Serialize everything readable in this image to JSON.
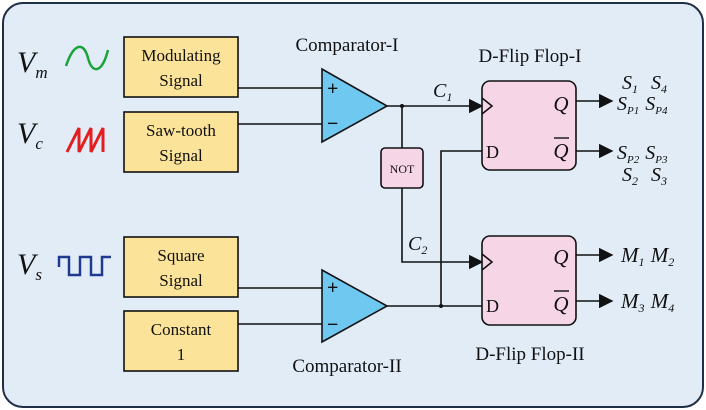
{
  "colors": {
    "background": "#e1ecf7",
    "frame": "#1f2f46",
    "input_box": "#fbe49a",
    "flipflop": "#f6d5e6",
    "comparator": "#6ec8f0",
    "not_gate": "#f6d5e6",
    "sine_wave": "#19a339",
    "saw_wave": "#e41e1e",
    "square_wave": "#1f3a8f"
  },
  "icons": {
    "sine": "sine-wave-icon",
    "saw": "sawtooth-wave-icon",
    "square": "square-wave-icon"
  },
  "inputs": {
    "vm": {
      "main": "V",
      "sub": "m"
    },
    "vc": {
      "main": "V",
      "sub": "c"
    },
    "vs": {
      "main": "V",
      "sub": "s"
    }
  },
  "boxes": {
    "modulating": [
      "Modulating",
      "Signal"
    ],
    "sawtooth": [
      "Saw-tooth",
      "Signal"
    ],
    "square": [
      "Square",
      "Signal"
    ],
    "constant": [
      "Constant",
      "1"
    ]
  },
  "comparators": {
    "c1_title": "Comparator-I",
    "c2_title": "Comparator-II",
    "plus": "+",
    "minus": "−"
  },
  "not_gate": "NOT",
  "clock_labels": {
    "c1": {
      "main": "C",
      "sub": "1"
    },
    "c2": {
      "main": "C",
      "sub": "2"
    }
  },
  "flipflops": {
    "ff1_title": "D-Flip Flop-I",
    "ff2_title": "D-Flip Flop-II",
    "q": "Q",
    "qbar": "Q",
    "d": "D"
  },
  "outputs": {
    "ff1_q_top": [
      {
        "main": "S",
        "sub": "1"
      },
      {
        "main": "S",
        "sub": "4"
      }
    ],
    "ff1_q_bottom": [
      {
        "main": "S",
        "sub": "P1"
      },
      {
        "main": "S",
        "sub": "P4"
      }
    ],
    "ff1_qbar_top": [
      {
        "main": "S",
        "sub": "P2"
      },
      {
        "main": "S",
        "sub": "P3"
      }
    ],
    "ff1_qbar_bottom": [
      {
        "main": "S",
        "sub": "2"
      },
      {
        "main": "S",
        "sub": "3"
      }
    ],
    "ff2_q": [
      {
        "main": "M",
        "sub": "1"
      },
      {
        "main": "M",
        "sub": "2"
      }
    ],
    "ff2_qbar": [
      {
        "main": "M",
        "sub": "3"
      },
      {
        "main": "M",
        "sub": "4"
      }
    ]
  }
}
